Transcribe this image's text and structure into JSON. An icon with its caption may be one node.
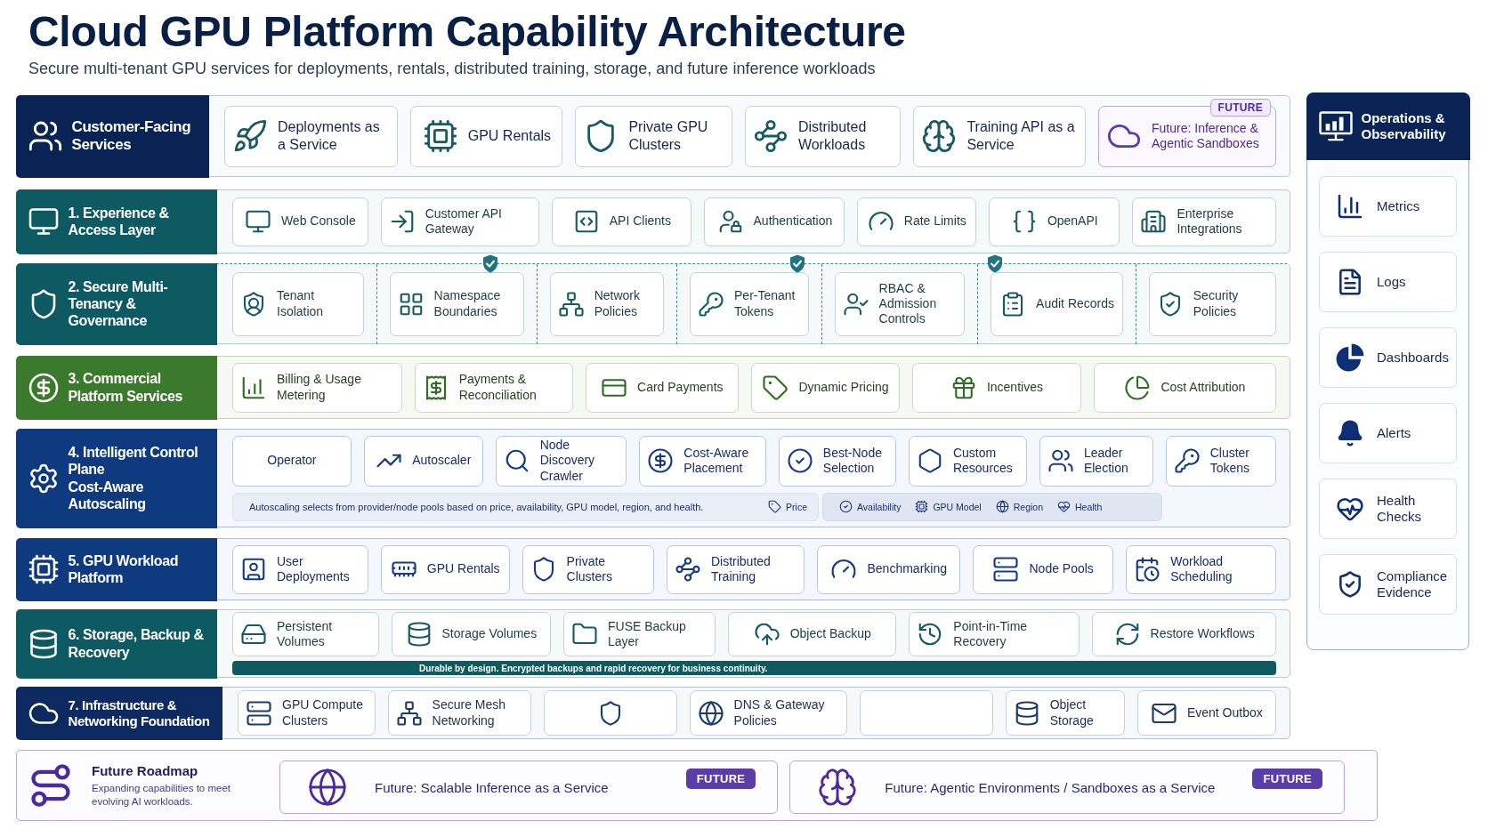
{
  "diagram": {
    "title": "Cloud GPU Platform Capability Architecture",
    "labels": [
      "Secure multi-tenant GPU services for deployments, rentals, distributed training, storage, and future inference workloads"
    ],
    "nodes": [
      {
        "text": [
          "Customer-Facing Services"
        ]
      },
      {
        "text": [
          "Deployments as a Service"
        ],
        "in": 0
      },
      {
        "text": [
          "GPU Rentals"
        ],
        "in": 0
      },
      {
        "text": [
          "Private GPU Clusters"
        ],
        "in": 0
      },
      {
        "text": [
          "Distributed Workloads"
        ],
        "in": 0
      },
      {
        "text": [
          "Training API as a Service"
        ],
        "in": 0
      },
      {
        "text": [
          "FUTURE",
          "Future: Inference & Agentic Sandboxes"
        ],
        "in": 0
      },
      {
        "text": [
          "1. Experience & Access Layer"
        ]
      },
      {
        "text": [
          "Web Console"
        ],
        "in": 7
      },
      {
        "text": [
          "Customer API Gateway"
        ],
        "in": 7
      },
      {
        "text": [
          "API Clients"
        ],
        "in": 7
      },
      {
        "text": [
          "Authentication"
        ],
        "in": 7
      },
      {
        "text": [
          "Rate Limits"
        ],
        "in": 7
      },
      {
        "text": [
          "OpenAPI"
        ],
        "in": 7
      },
      {
        "text": [
          "Enterprise Integrations"
        ],
        "in": 7
      },
      {
        "text": [
          "2. Secure Multi-Tenancy & Governance"
        ]
      },
      {
        "text": [
          "Tenant Isolation"
        ],
        "in": 15
      },
      {
        "text": [
          "Namespace Boundaries"
        ],
        "in": 15
      },
      {
        "text": [
          "Network Policies"
        ],
        "in": 15
      },
      {
        "text": [
          "Per-Tenant Tokens"
        ],
        "in": 15
      },
      {
        "text": [
          "RBAC & Admission Controls"
        ],
        "in": 15
      },
      {
        "text": [
          "Audit Records"
        ],
        "in": 15
      },
      {
        "text": [
          "Security Policies"
        ],
        "in": 15
      },
      {
        "text": [
          "3. Commercial Platform Services"
        ]
      },
      {
        "text": [
          "Billing & Usage Metering"
        ],
        "in": 23
      },
      {
        "text": [
          "Payments & Reconciliation"
        ],
        "in": 23
      },
      {
        "text": [
          "Card Payments"
        ],
        "in": 23
      },
      {
        "text": [
          "Dynamic Pricing"
        ],
        "in": 23
      },
      {
        "text": [
          "Incentives"
        ],
        "in": 23
      },
      {
        "text": [
          "Cost Attribution"
        ],
        "in": 23
      },
      {
        "text": [
          "4. Intelligent Control Plane",
          "Cost-Aware Autoscaling"
        ]
      },
      {
        "text": [
          "Operator"
        ],
        "in": 30
      },
      {
        "text": [
          "Autoscaler"
        ],
        "in": 30
      },
      {
        "text": [
          "Node Discovery Crawler"
        ],
        "in": 30
      },
      {
        "text": [
          "Cost-Aware Placement"
        ],
        "in": 30
      },
      {
        "text": [
          "Best-Node Selection"
        ],
        "in": 30
      },
      {
        "text": [
          "Custom Resources"
        ],
        "in": 30
      },
      {
        "text": [
          "Leader Election"
        ],
        "in": 30
      },
      {
        "text": [
          "Cluster Tokens"
        ],
        "in": 30
      },
      {
        "text": [
          "Autoscaling selects from provider/node pools based on price, availability, GPU model, region, and health.",
          "Price"
        ],
        "in": 30
      },
      {
        "text": [
          "Availability",
          "GPU Model",
          "Region",
          "Health"
        ],
        "in": 30
      },
      {
        "text": [
          "5. GPU Workload Platform"
        ]
      },
      {
        "text": [
          "User Deployments"
        ],
        "in": 41
      },
      {
        "text": [
          "GPU Rentals"
        ],
        "in": 41
      },
      {
        "text": [
          "Private Clusters"
        ],
        "in": 41
      },
      {
        "text": [
          "Distributed Training"
        ],
        "in": 41
      },
      {
        "text": [
          "Benchmarking"
        ],
        "in": 41
      },
      {
        "text": [
          "Node Pools"
        ],
        "in": 41
      },
      {
        "text": [
          "Workload Scheduling"
        ],
        "in": 41
      },
      {
        "text": [
          "6. Storage, Backup & Recovery"
        ]
      },
      {
        "text": [
          "Persistent Volumes"
        ],
        "in": 49
      },
      {
        "text": [
          "Storage Volumes"
        ],
        "in": 49
      },
      {
        "text": [
          "FUSE Backup Layer"
        ],
        "in": 49
      },
      {
        "text": [
          "Object Backup"
        ],
        "in": 49
      },
      {
        "text": [
          "Point-in-Time Recovery"
        ],
        "in": 49
      },
      {
        "text": [
          "Restore Workflows"
        ],
        "in": 49
      },
      {
        "text": [
          "Durable by design. Encrypted backups and rapid recovery for business continuity."
        ],
        "in": 49
      },
      {
        "text": [
          "7. Infrastructure & Networking Foundation"
        ]
      },
      {
        "text": [
          "GPU Compute Clusters"
        ],
        "in": 57
      },
      {
        "text": [
          "Secure Mesh Networking"
        ],
        "in": 57
      },
      {
        "text": [],
        "shape": "box",
        "in": 57
      },
      {
        "text": [
          "DNS & Gateway Policies"
        ],
        "in": 57
      },
      {
        "text": [],
        "shape": "box",
        "in": 57
      },
      {
        "text": [
          "Object Storage"
        ],
        "in": 57
      },
      {
        "text": [
          "Event Outbox"
        ],
        "in": 57
      },
      {
        "text": [
          "Future Roadmap",
          "Expanding capabilities to meet evolving AI workloads."
        ]
      },
      {
        "text": [
          "Future: Scalable Inference as a Service",
          "FUTURE"
        ],
        "in": 65
      },
      {
        "text": [
          "Future: Agentic Environments / Sandboxes as a Service",
          "FUTURE"
        ],
        "in": 65
      },
      {
        "text": [
          "Operations & Observability"
        ]
      },
      {
        "text": [
          "Metrics"
        ],
        "in": 68
      },
      {
        "text": [
          "Logs"
        ],
        "in": 68
      },
      {
        "text": [
          "Dashboards"
        ],
        "in": 68
      },
      {
        "text": [
          "Alerts"
        ],
        "in": 68
      },
      {
        "text": [
          "Health Checks"
        ],
        "in": 68
      },
      {
        "text": [
          "Compliance Evidence"
        ],
        "in": 68
      }
    ]
  }
}
